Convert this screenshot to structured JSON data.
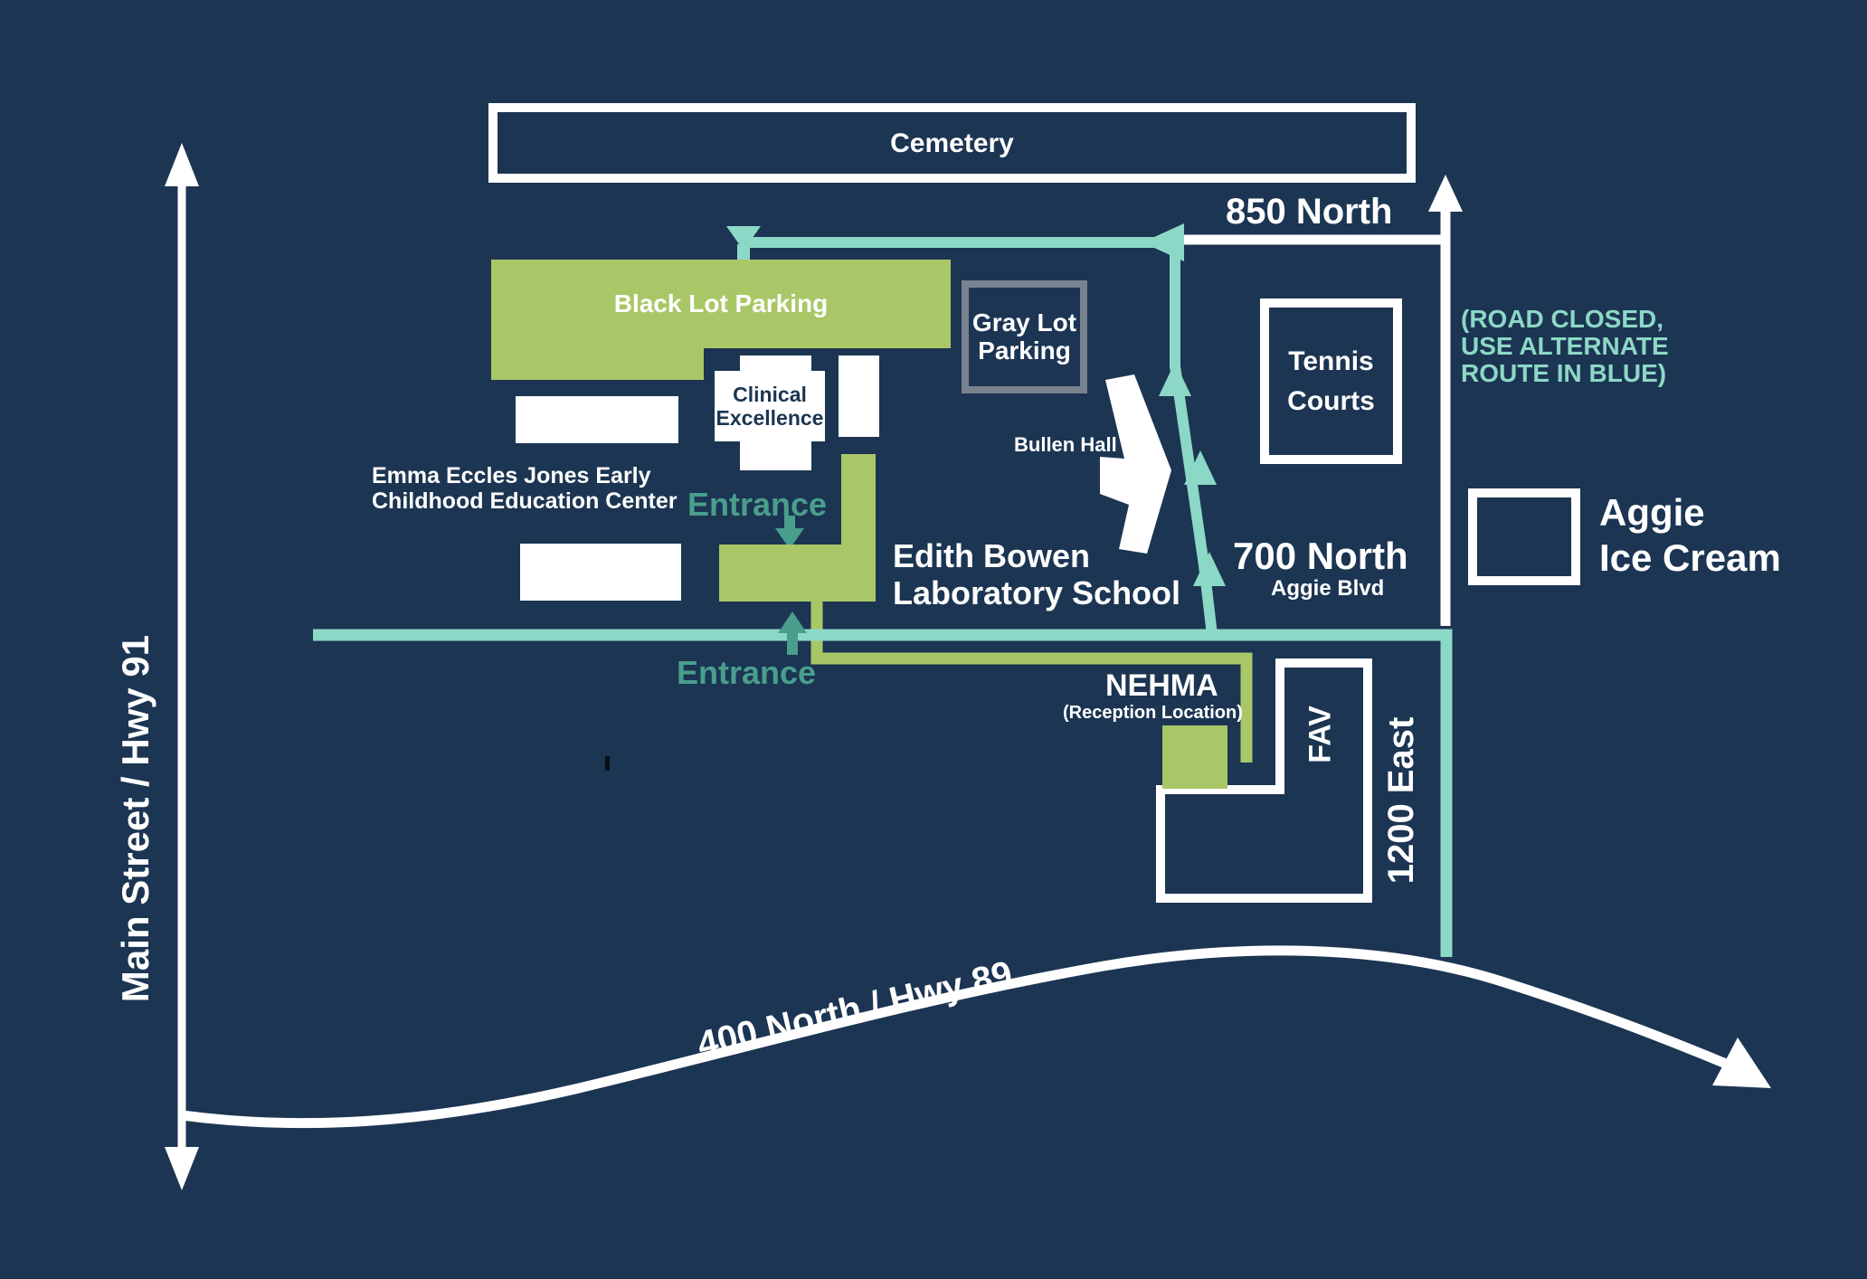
{
  "colors": {
    "background_navy": "#1c3553",
    "parking_green": "#a9c767",
    "route_teal_light": "#8cd8c6",
    "entrance_teal_dark": "#4a9e8c",
    "gray_lot_border": "#78838f",
    "road_white": "#ffffff"
  },
  "labels": {
    "cemetery": "Cemetery",
    "street_850": "850 North",
    "black_lot": "Black Lot Parking",
    "gray_lot": [
      "Gray Lot",
      "Parking"
    ],
    "tennis": [
      "Tennis",
      "Courts"
    ],
    "road_closed": [
      "(ROAD CLOSED,",
      "USE ALTERNATE",
      "ROUTE IN BLUE)"
    ],
    "clinical": [
      "Clinical",
      "Excellence"
    ],
    "emma": [
      "Emma Eccles Jones Early",
      "Childhood Education Center"
    ],
    "entrance_north": "Entrance",
    "edith": [
      "Edith Bowen",
      "Laboratory School"
    ],
    "bullen": "Bullen Hall",
    "street_700": "700 North",
    "aggie_blvd": "Aggie Blvd",
    "aggie_ice_cream": [
      "Aggie",
      "Ice Cream"
    ],
    "entrance_south": "Entrance",
    "nehma": "NEHMA",
    "nehma_sub": "(Reception Location)",
    "fav": "FAV",
    "street_1200": "1200 East",
    "street_main": "Main Street / Hwy 91",
    "street_400": "400 North / Hwy 89"
  }
}
